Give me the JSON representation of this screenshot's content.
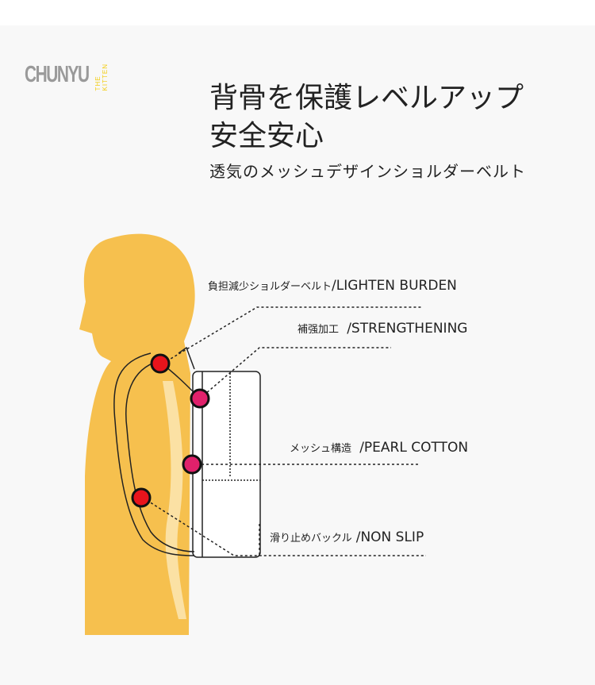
{
  "logo": {
    "brand": "CHUNYU",
    "tagline": "THE KITTEN"
  },
  "heading": {
    "line1": "背骨を保護レベルアップ",
    "line2": "安全安心",
    "subtitle": "透気のメッシュデザインショルダーベルト"
  },
  "features": [
    {
      "jp": "負担減少ショルダーベルト",
      "en": "/LIGHTEN BURDEN"
    },
    {
      "jp": "補强加工",
      "en": "/STRENGTHENING"
    },
    {
      "jp": "メッシュ構造",
      "en": "/PEARL COTTON"
    },
    {
      "jp": "滑り止めバックル",
      "en": "/NON SLIP"
    }
  ],
  "colors": {
    "silhouette": "#f6c04e",
    "marker_red": "#e8141c",
    "marker_pink": "#e0216b",
    "logo_yellow": "#f2cc12"
  }
}
